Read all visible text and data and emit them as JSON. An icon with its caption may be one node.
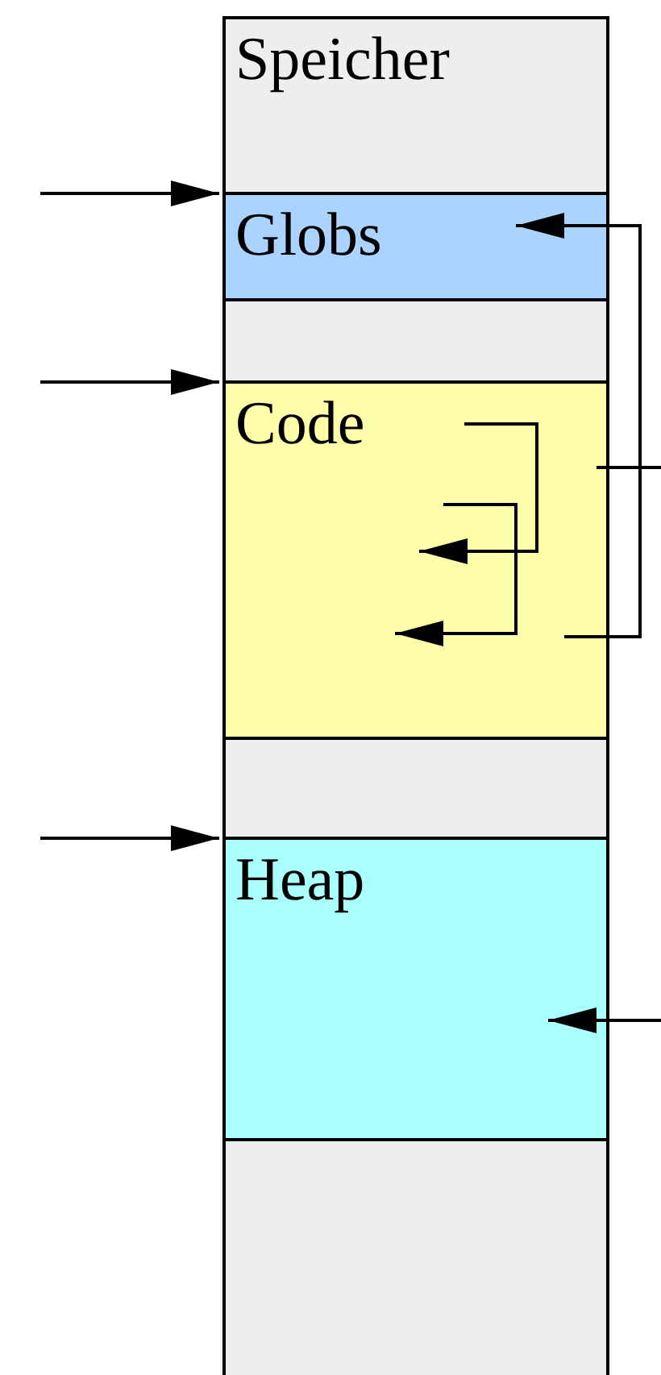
{
  "diagram": {
    "nodes": [
      {
        "text": [
          "Speicher"
        ]
      },
      {
        "text": [
          "Globs"
        ],
        "in": 0
      },
      {
        "text": [
          "Code"
        ],
        "in": 0
      },
      {
        "text": [
          "Heap"
        ],
        "in": 0
      }
    ],
    "edges": [
      {
        "from": null,
        "to": 1,
        "arrow": "to"
      },
      {
        "from": null,
        "to": 2,
        "arrow": "to"
      },
      {
        "from": null,
        "to": 3,
        "arrow": "to"
      },
      {
        "from": 2,
        "to": 2,
        "arrow": "to"
      },
      {
        "from": 2,
        "to": 2,
        "arrow": "to"
      },
      {
        "from": 2,
        "to": 1,
        "arrow": "to"
      },
      {
        "from": 2,
        "to": null,
        "arrow": "none"
      },
      {
        "from": null,
        "to": 3,
        "arrow": "to"
      }
    ]
  }
}
